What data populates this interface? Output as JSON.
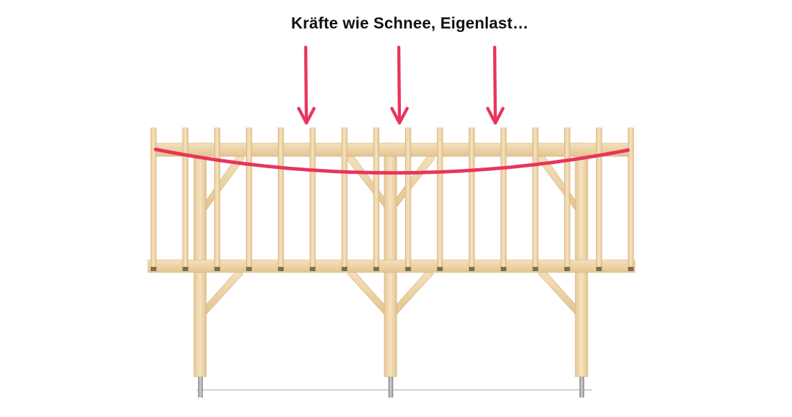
{
  "caption": "Kräfte wie Schnee, Eigenlast…",
  "colors": {
    "wood": "#f1d9b0",
    "wood_dark": "#e2c28f",
    "wood_edge": "#c9a877",
    "load_arrow": "#e8355c",
    "deflection_curve": "#e8355c",
    "ground_line": "#c8c8c8",
    "post_anchor": "#9a9a9a"
  },
  "elements": {
    "load_arrows_count": 3,
    "rafters_count": 16,
    "posts_count": 3
  }
}
